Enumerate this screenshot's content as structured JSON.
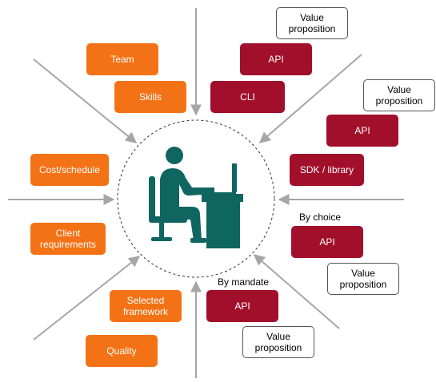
{
  "colors": {
    "orange": "#f47216",
    "red": "#a10f2b",
    "teal": "#0f6560",
    "arrow": "#a6a6a6"
  },
  "left_factors": {
    "team": "Team",
    "skills": "Skills",
    "cost_schedule": "Cost/schedule",
    "client_requirements": "Client requirements",
    "selected_framework": "Selected framework",
    "quality": "Quality"
  },
  "right_items": {
    "api_1": "API",
    "cli": "CLI",
    "api_2": "API",
    "sdk_library": "SDK / library",
    "api_3": "API",
    "api_4": "API"
  },
  "value_props": {
    "vp_1": "Value proposition",
    "vp_2": "Value proposition",
    "vp_3": "Value proposition",
    "vp_4": "Value proposition"
  },
  "labels": {
    "by_choice": "By choice",
    "by_mandate": "By mandate"
  },
  "center_icon": "developer-at-desk-icon"
}
